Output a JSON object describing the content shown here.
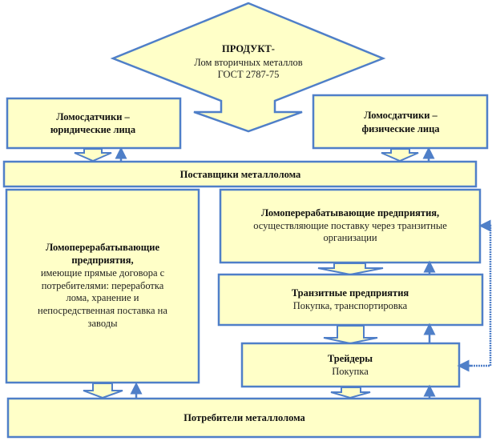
{
  "product": {
    "title": "ПРОДУКТ-",
    "line1": "Лом вторичных металлов",
    "line2": "ГОСТ 2787-75"
  },
  "legal_sellers": {
    "line1": "Ломосдатчики –",
    "line2": "юридические лица"
  },
  "individual_sellers": {
    "line1": "Ломосдатчики –",
    "line2": "физические лица"
  },
  "suppliers": {
    "title": "Поставщики металлолома"
  },
  "direct_processors": {
    "title1": "Ломоперерабатывающие",
    "title2": "предприятия,",
    "lines": [
      "имеющие прямые договора с",
      "потребителями: переработка",
      "лома, хранение и",
      "непосредственная поставка на",
      "заводы"
    ]
  },
  "transit_processors": {
    "title": "Ломоперерабатывающие предприятия,",
    "lines": [
      "осуществляющие поставку через транзитные",
      "организации"
    ]
  },
  "transit": {
    "title": "Транзитные предприятия",
    "line": "Покупка, транспортировка"
  },
  "traders": {
    "title": "Трейдеры",
    "line": "Покупка"
  },
  "consumers": {
    "title": "Потребители металлолома"
  },
  "colors": {
    "fill": "#ffffc8",
    "stroke": "#4f7fc8"
  }
}
